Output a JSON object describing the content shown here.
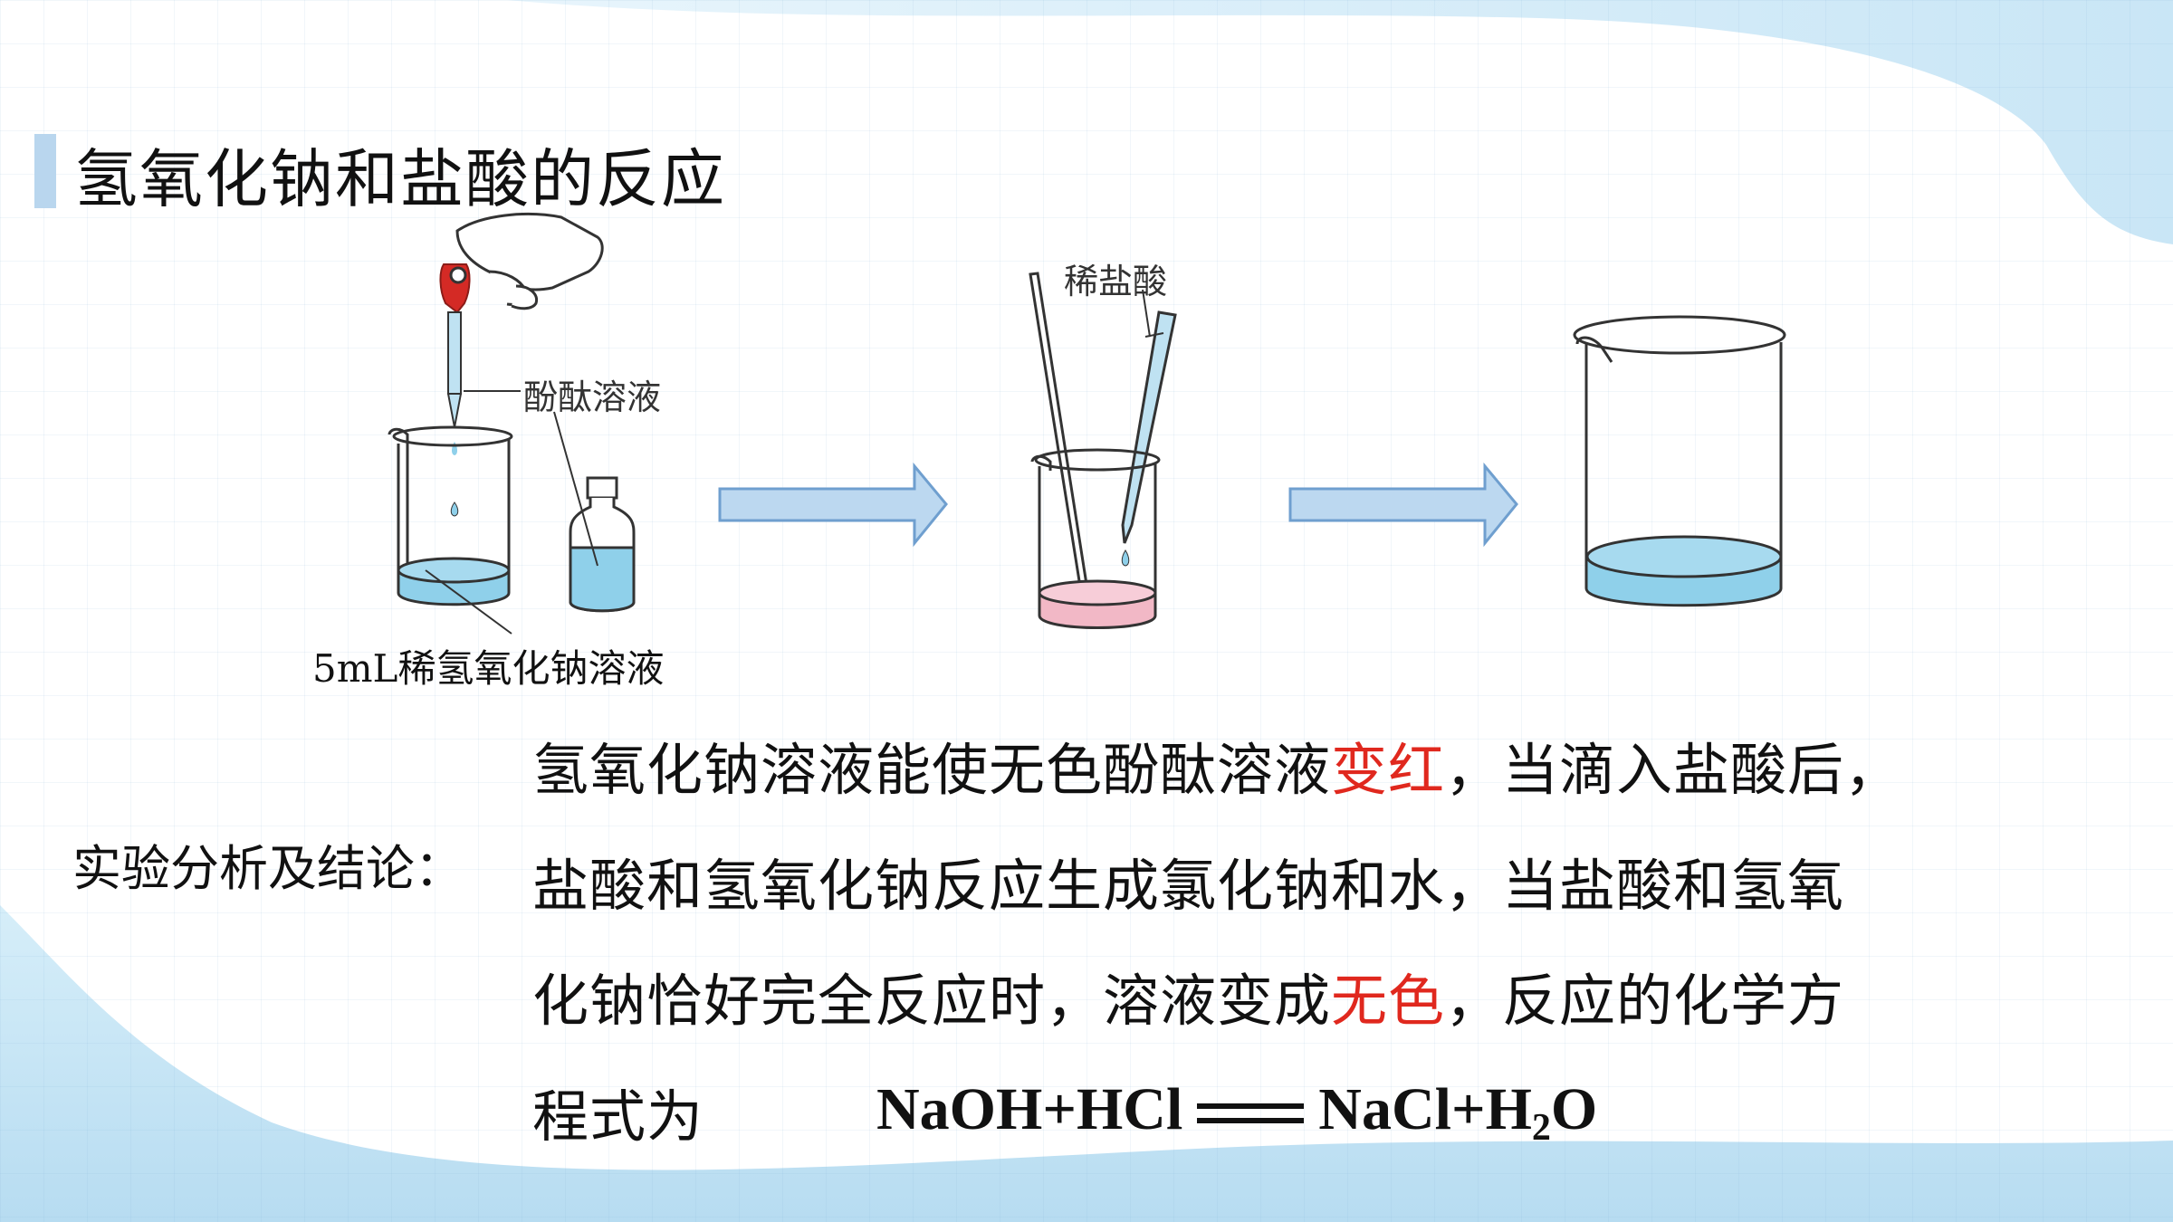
{
  "slide": {
    "title": "氢氧化钠和盐酸的反应"
  },
  "diagram": {
    "label_indicator": "酚酞溶液",
    "label_naoh": "5mL稀氢氧化钠溶液",
    "label_acid": "稀盐酸"
  },
  "conclusion": {
    "label": "实验分析及结论：",
    "line1_a": "氢氧化钠溶液能使无色酚酞溶液",
    "line1_red": "变红",
    "line1_b": "，当滴入盐酸后，",
    "line2": "盐酸和氢氧化钠反应生成氯化钠和水，当盐酸和氢氧",
    "line3_a": "化钠恰好完全反应时，溶液变成",
    "line3_red": "无色",
    "line3_b": "，反应的化学方",
    "line4": "程式为"
  },
  "equation": {
    "left": "NaOH+HCl",
    "right_a": "NaCl+H",
    "sub": "2",
    "right_b": "O"
  },
  "colors": {
    "accent_red": "#e0281e",
    "solution_blue": "#8fd0ea",
    "solution_pink": "#f2b8c6",
    "arrow_fill": "#bcd8f0",
    "arrow_stroke": "#6f9fcf",
    "wave_blue": "#cde8f6"
  }
}
